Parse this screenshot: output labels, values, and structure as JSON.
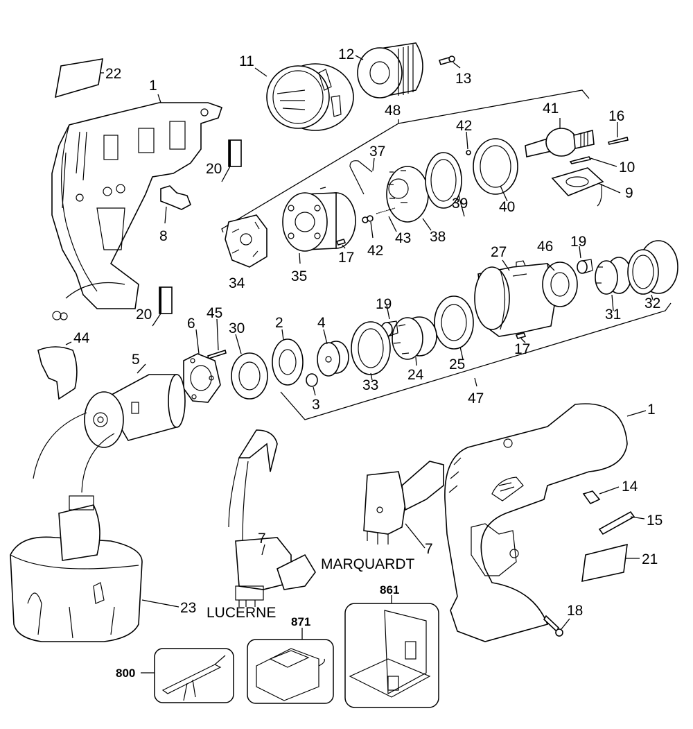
{
  "diagram": {
    "type": "exploded-parts-diagram",
    "subject": "cordless drill",
    "part_labels": [
      {
        "id": "l1a",
        "text": "1"
      },
      {
        "id": "l1b",
        "text": "1"
      },
      {
        "id": "l2",
        "text": "2"
      },
      {
        "id": "l3",
        "text": "3"
      },
      {
        "id": "l4",
        "text": "4"
      },
      {
        "id": "l5",
        "text": "5"
      },
      {
        "id": "l6",
        "text": "6"
      },
      {
        "id": "l7a",
        "text": "7"
      },
      {
        "id": "l7b",
        "text": "7"
      },
      {
        "id": "l8",
        "text": "8"
      },
      {
        "id": "l9",
        "text": "9"
      },
      {
        "id": "l10",
        "text": "10"
      },
      {
        "id": "l11",
        "text": "11"
      },
      {
        "id": "l12",
        "text": "12"
      },
      {
        "id": "l13",
        "text": "13"
      },
      {
        "id": "l14",
        "text": "14"
      },
      {
        "id": "l15",
        "text": "15"
      },
      {
        "id": "l16",
        "text": "16"
      },
      {
        "id": "l17a",
        "text": "17"
      },
      {
        "id": "l17b",
        "text": "17"
      },
      {
        "id": "l18",
        "text": "18"
      },
      {
        "id": "l19a",
        "text": "19"
      },
      {
        "id": "l19b",
        "text": "19"
      },
      {
        "id": "l20a",
        "text": "20"
      },
      {
        "id": "l20b",
        "text": "20"
      },
      {
        "id": "l21",
        "text": "21"
      },
      {
        "id": "l22",
        "text": "22"
      },
      {
        "id": "l23",
        "text": "23"
      },
      {
        "id": "l24",
        "text": "24"
      },
      {
        "id": "l25",
        "text": "25"
      },
      {
        "id": "l27",
        "text": "27"
      },
      {
        "id": "l30",
        "text": "30"
      },
      {
        "id": "l31",
        "text": "31"
      },
      {
        "id": "l32",
        "text": "32"
      },
      {
        "id": "l33",
        "text": "33"
      },
      {
        "id": "l34",
        "text": "34"
      },
      {
        "id": "l35",
        "text": "35"
      },
      {
        "id": "l37",
        "text": "37"
      },
      {
        "id": "l38",
        "text": "38"
      },
      {
        "id": "l39",
        "text": "39"
      },
      {
        "id": "l40",
        "text": "40"
      },
      {
        "id": "l41",
        "text": "41"
      },
      {
        "id": "l42a",
        "text": "42"
      },
      {
        "id": "l42b",
        "text": "42"
      },
      {
        "id": "l43",
        "text": "43"
      },
      {
        "id": "l44",
        "text": "44"
      },
      {
        "id": "l45",
        "text": "45"
      },
      {
        "id": "l46",
        "text": "46"
      },
      {
        "id": "l47",
        "text": "47"
      },
      {
        "id": "l48",
        "text": "48"
      }
    ],
    "variant_labels": {
      "lucerne": "LUCERNE",
      "marquardt": "MARQUARDT"
    },
    "accessory_labels": {
      "a800": "800",
      "a871": "871",
      "a861": "861"
    }
  }
}
